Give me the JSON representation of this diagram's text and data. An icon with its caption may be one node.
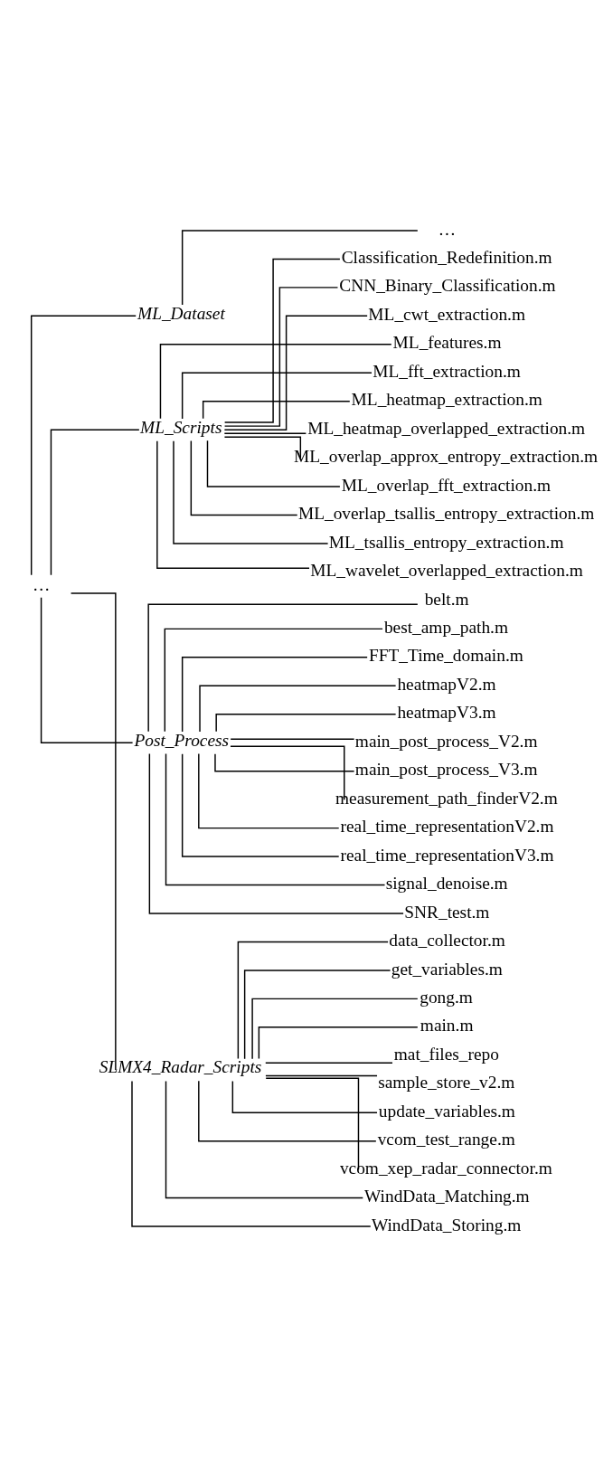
{
  "diagram": {
    "nodes": [
      {
        "text": [
          "…"
        ]
      },
      {
        "text": [
          "ML_Dataset"
        ]
      },
      {
        "text": [
          "…"
        ]
      },
      {
        "text": [
          "ML_Scripts"
        ]
      },
      {
        "text": [
          "Classification_Redefinition.m"
        ]
      },
      {
        "text": [
          "CNN_Binary_Classification.m"
        ]
      },
      {
        "text": [
          "ML_cwt_extraction.m"
        ]
      },
      {
        "text": [
          "ML_features.m"
        ]
      },
      {
        "text": [
          "ML_fft_extraction.m"
        ]
      },
      {
        "text": [
          "ML_heatmap_extraction.m"
        ]
      },
      {
        "text": [
          "ML_heatmap_overlapped_extraction.m"
        ]
      },
      {
        "text": [
          "ML_overlap_approx_entropy_extraction.m"
        ]
      },
      {
        "text": [
          "ML_overlap_fft_extraction.m"
        ]
      },
      {
        "text": [
          "ML_overlap_tsallis_entropy_extraction.m"
        ]
      },
      {
        "text": [
          "ML_tsallis_entropy_extraction.m"
        ]
      },
      {
        "text": [
          "ML_wavelet_overlapped_extraction.m"
        ]
      },
      {
        "text": [
          "Post_Process"
        ]
      },
      {
        "text": [
          "belt.m"
        ]
      },
      {
        "text": [
          "best_amp_path.m"
        ]
      },
      {
        "text": [
          "FFT_Time_domain.m"
        ]
      },
      {
        "text": [
          "heatmapV2.m"
        ]
      },
      {
        "text": [
          "heatmapV3.m"
        ]
      },
      {
        "text": [
          "main_post_process_V2.m"
        ]
      },
      {
        "text": [
          "main_post_process_V3.m"
        ]
      },
      {
        "text": [
          "measurement_path_finderV2.m"
        ]
      },
      {
        "text": [
          "real_time_representationV2.m"
        ]
      },
      {
        "text": [
          "real_time_representationV3.m"
        ]
      },
      {
        "text": [
          "signal_denoise.m"
        ]
      },
      {
        "text": [
          "SNR_test.m"
        ]
      },
      {
        "text": [
          "SLMX4_Radar_Scripts"
        ]
      },
      {
        "text": [
          "data_collector.m"
        ]
      },
      {
        "text": [
          "get_variables.m"
        ]
      },
      {
        "text": [
          "gong.m"
        ]
      },
      {
        "text": [
          "main.m"
        ]
      },
      {
        "text": [
          "mat_files_repo"
        ]
      },
      {
        "text": [
          "sample_store_v2.m"
        ]
      },
      {
        "text": [
          "update_variables.m"
        ]
      },
      {
        "text": [
          "vcom_test_range.m"
        ]
      },
      {
        "text": [
          "vcom_xep_radar_connector.m"
        ]
      },
      {
        "text": [
          "WindData_Matching.m"
        ]
      },
      {
        "text": [
          "WindData_Storing.m"
        ]
      }
    ],
    "edges": [
      {
        "from": 0,
        "to": 1,
        "arrow": "none"
      },
      {
        "from": 1,
        "to": 2,
        "arrow": "none"
      },
      {
        "from": 0,
        "to": 3,
        "arrow": "none"
      },
      {
        "from": 3,
        "to": 4,
        "arrow": "none"
      },
      {
        "from": 3,
        "to": 5,
        "arrow": "none"
      },
      {
        "from": 3,
        "to": 6,
        "arrow": "none"
      },
      {
        "from": 3,
        "to": 7,
        "arrow": "none"
      },
      {
        "from": 3,
        "to": 8,
        "arrow": "none"
      },
      {
        "from": 3,
        "to": 9,
        "arrow": "none"
      },
      {
        "from": 3,
        "to": 10,
        "arrow": "none"
      },
      {
        "from": 3,
        "to": 11,
        "arrow": "none"
      },
      {
        "from": 3,
        "to": 12,
        "arrow": "none"
      },
      {
        "from": 3,
        "to": 13,
        "arrow": "none"
      },
      {
        "from": 3,
        "to": 14,
        "arrow": "none"
      },
      {
        "from": 3,
        "to": 15,
        "arrow": "none"
      },
      {
        "from": 0,
        "to": 16,
        "arrow": "none"
      },
      {
        "from": 16,
        "to": 17,
        "arrow": "none"
      },
      {
        "from": 16,
        "to": 18,
        "arrow": "none"
      },
      {
        "from": 16,
        "to": 19,
        "arrow": "none"
      },
      {
        "from": 16,
        "to": 20,
        "arrow": "none"
      },
      {
        "from": 16,
        "to": 21,
        "arrow": "none"
      },
      {
        "from": 16,
        "to": 22,
        "arrow": "none"
      },
      {
        "from": 16,
        "to": 23,
        "arrow": "none"
      },
      {
        "from": 16,
        "to": 24,
        "arrow": "none"
      },
      {
        "from": 16,
        "to": 25,
        "arrow": "none"
      },
      {
        "from": 16,
        "to": 26,
        "arrow": "none"
      },
      {
        "from": 16,
        "to": 27,
        "arrow": "none"
      },
      {
        "from": 16,
        "to": 28,
        "arrow": "none"
      },
      {
        "from": 0,
        "to": 29,
        "arrow": "none"
      },
      {
        "from": 29,
        "to": 30,
        "arrow": "none"
      },
      {
        "from": 29,
        "to": 31,
        "arrow": "none"
      },
      {
        "from": 29,
        "to": 32,
        "arrow": "none"
      },
      {
        "from": 29,
        "to": 33,
        "arrow": "none"
      },
      {
        "from": 29,
        "to": 34,
        "arrow": "none"
      },
      {
        "from": 29,
        "to": 35,
        "arrow": "none"
      },
      {
        "from": 29,
        "to": 36,
        "arrow": "none"
      },
      {
        "from": 29,
        "to": 37,
        "arrow": "none"
      },
      {
        "from": 29,
        "to": 38,
        "arrow": "none"
      },
      {
        "from": 29,
        "to": 39,
        "arrow": "none"
      },
      {
        "from": 29,
        "to": 40,
        "arrow": "none"
      }
    ]
  }
}
